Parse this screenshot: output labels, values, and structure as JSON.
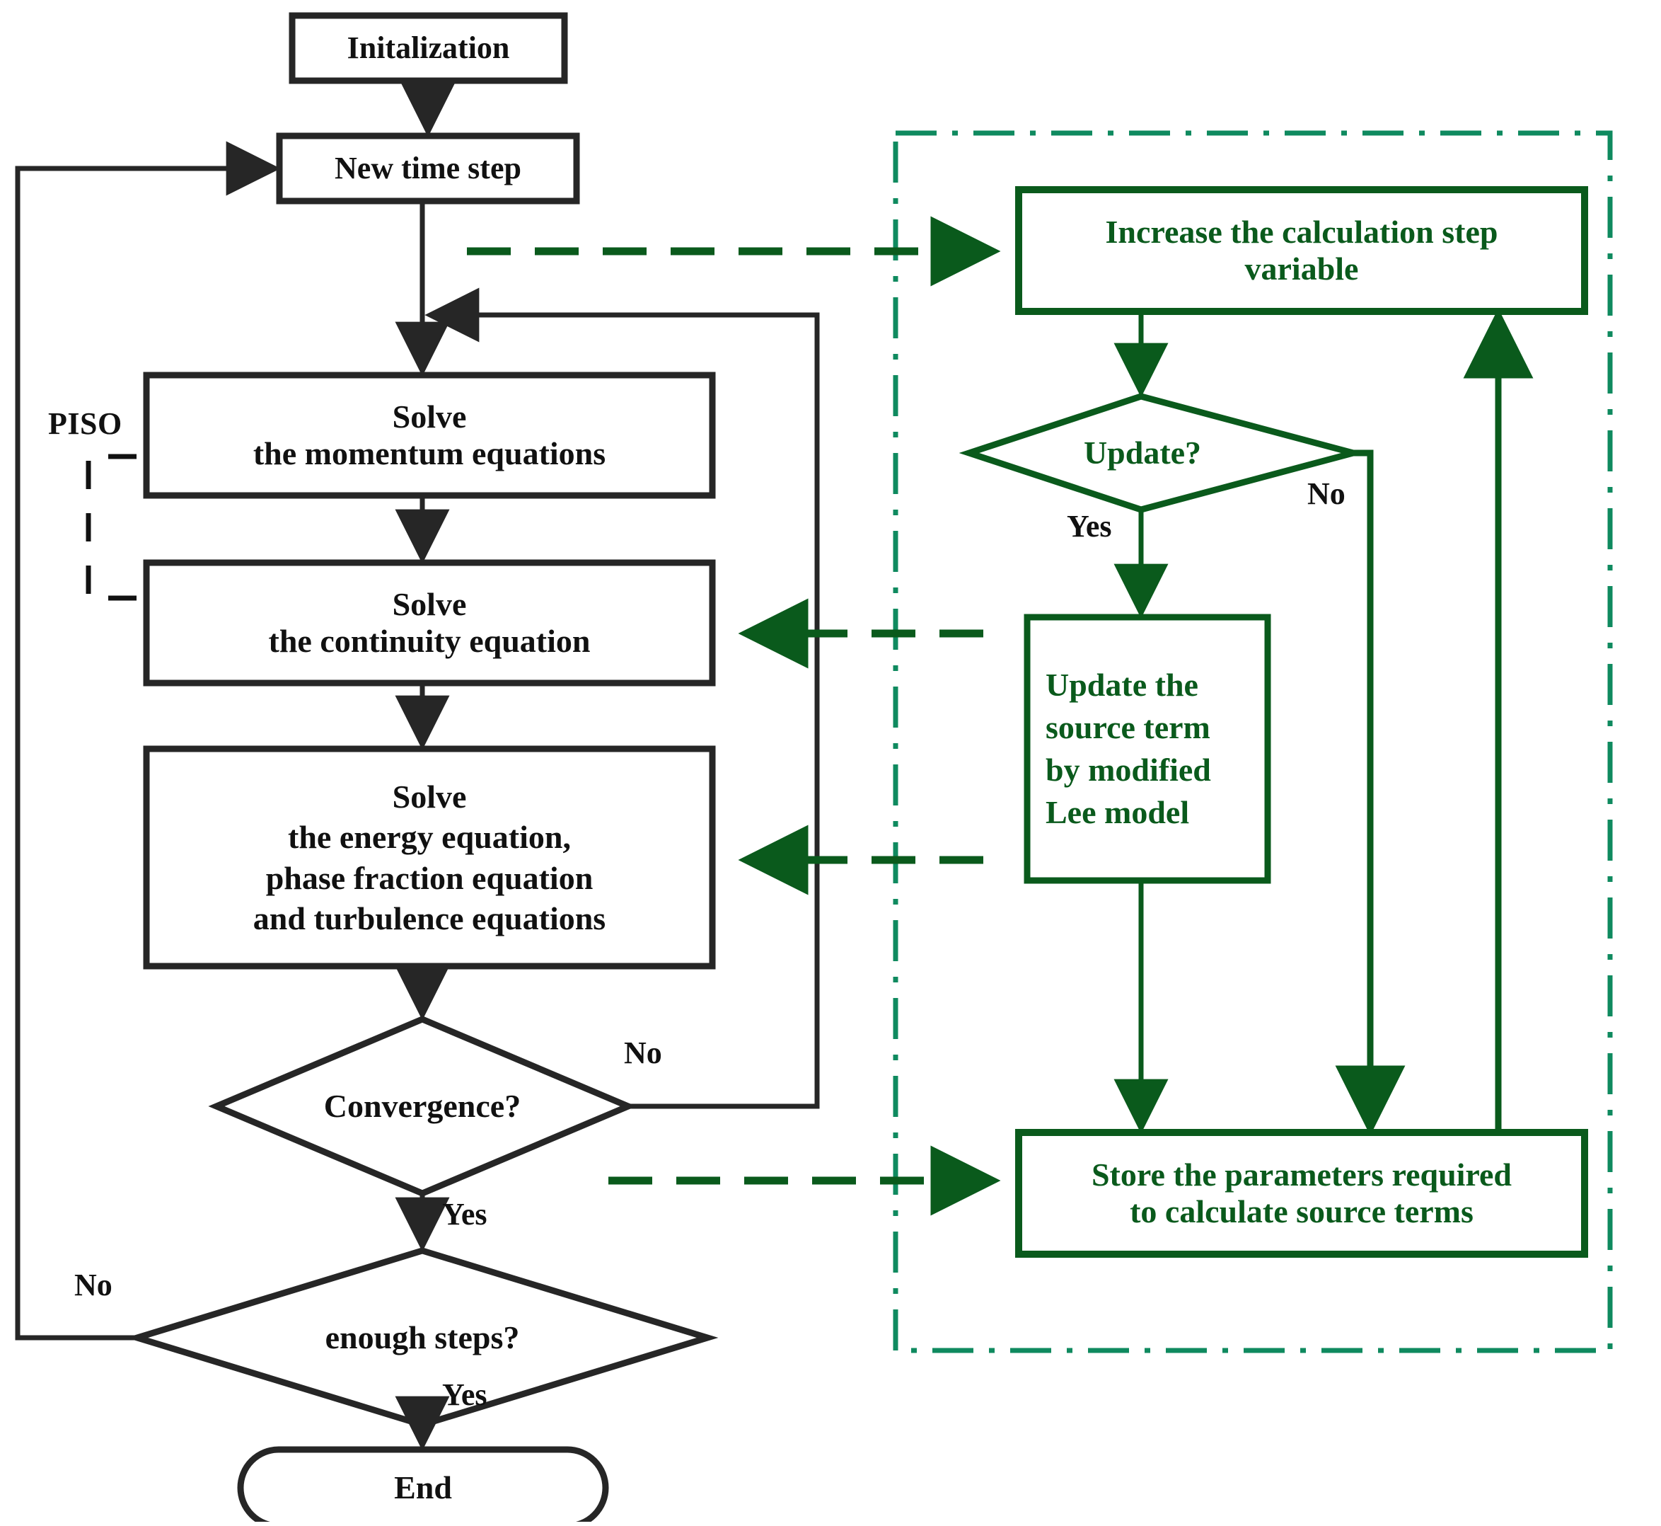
{
  "diagram": {
    "title_text": "",
    "colors": {
      "black_stroke": "#262626",
      "green_stroke": "#0a5a1c",
      "green_dashdot_border": "#0f8a5f",
      "background": "#ffffff"
    },
    "left_branch": {
      "nodes": [
        {
          "id": "init",
          "shape": "rect",
          "label": "Initalization"
        },
        {
          "id": "newstep",
          "shape": "rect",
          "label": "New time step"
        },
        {
          "id": "momentum",
          "shape": "rect",
          "label": "Solve\nthe momentum equations"
        },
        {
          "id": "continuity",
          "shape": "rect",
          "label": "Solve\nthe continuity equation"
        },
        {
          "id": "energy",
          "shape": "rect",
          "label": "Solve\nthe energy equation,\nphase fraction  equation\nand turbulence equations"
        },
        {
          "id": "convergence",
          "shape": "diamond",
          "label": "Convergence?"
        },
        {
          "id": "enoughsteps",
          "shape": "diamond",
          "label": "enough steps?"
        },
        {
          "id": "end",
          "shape": "stadium",
          "label": "End"
        }
      ],
      "bracket_label": "PISO",
      "edge_labels": {
        "convergence_no": "No",
        "convergence_yes": "Yes",
        "enoughsteps_no": "No",
        "enoughsteps_yes": "Yes"
      }
    },
    "green_branch": {
      "region_label": "",
      "nodes": [
        {
          "id": "increase",
          "shape": "rect",
          "label": "Increase the calculation step\nvariable"
        },
        {
          "id": "update",
          "shape": "diamond",
          "label": "Update?"
        },
        {
          "id": "source",
          "shape": "rect",
          "label": "Update the\nsource term\nby modified\nLee model"
        },
        {
          "id": "store",
          "shape": "rect",
          "label": "Store the parameters required\nto calculate source terms"
        }
      ],
      "edge_labels": {
        "update_yes": "Yes",
        "update_no": "No"
      }
    }
  }
}
